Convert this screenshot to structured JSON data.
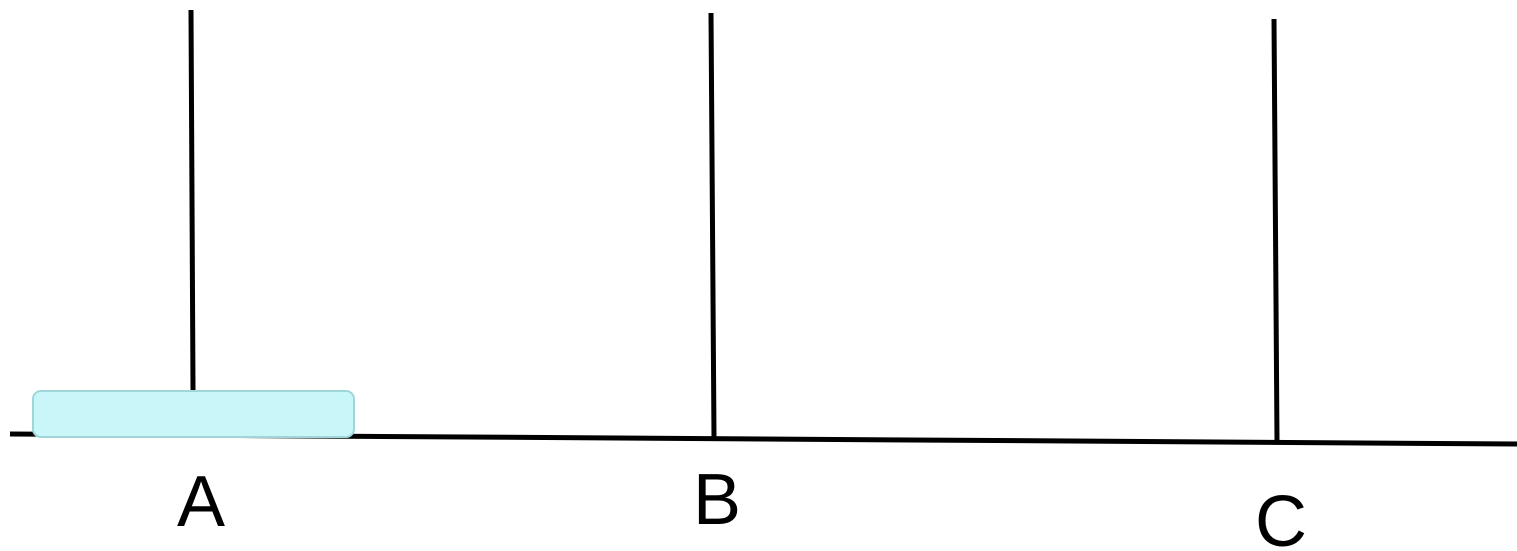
{
  "diagram": {
    "pegs": [
      {
        "id": "A",
        "label": "A"
      },
      {
        "id": "B",
        "label": "B"
      },
      {
        "id": "C",
        "label": "C"
      }
    ],
    "disks": [
      {
        "peg": "A",
        "size": 1,
        "color": "#c9f7f9",
        "border": "#9fd6da"
      }
    ],
    "colors": {
      "line": "#000000",
      "background": "#ffffff"
    }
  }
}
